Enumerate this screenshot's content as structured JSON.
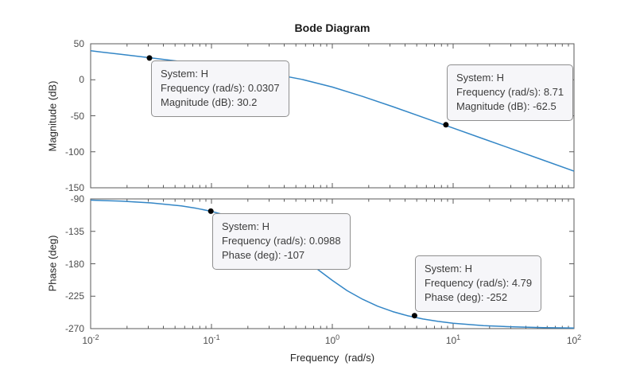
{
  "title": "Bode Diagram",
  "xlabel": "Frequency  (rad/s)",
  "colors": {
    "curve": "#3386c6",
    "marker": "#000000",
    "axis": "#5a5a5a",
    "tick_label": "#4d4d4d",
    "tooltip_bg": "#f6f6f9",
    "tooltip_border": "#8f8f8f",
    "tooltip_text": "#3c3c3c"
  },
  "xticks": [
    {
      "base": "10",
      "exp": "-2"
    },
    {
      "base": "10",
      "exp": "-1"
    },
    {
      "base": "10",
      "exp": "0"
    },
    {
      "base": "10",
      "exp": "1"
    },
    {
      "base": "10",
      "exp": "2"
    }
  ],
  "chart_data": [
    {
      "type": "line",
      "name": "magnitude",
      "title": "Bode Diagram",
      "ylabel": "Magnitude (dB)",
      "ylim": [
        -150,
        50
      ],
      "yticks": [
        50,
        0,
        -50,
        -100,
        -150
      ],
      "xscale": "log",
      "xlim": [
        0.01,
        100
      ],
      "grid": false,
      "x": [
        0.01,
        0.0178,
        0.0316,
        0.0562,
        0.1,
        0.178,
        0.316,
        0.562,
        1,
        1.78,
        3.16,
        5.62,
        10,
        17.8,
        31.6,
        56.2,
        100
      ],
      "y": [
        40.3,
        35.3,
        30.3,
        25.2,
        20.1,
        14.7,
        8.5,
        0.5,
        -10.1,
        -23.1,
        -37.3,
        -52.1,
        -67.0,
        -82.0,
        -96.9,
        -111.9,
        -126.9
      ],
      "markers": [
        {
          "freq": 0.0307,
          "value": 30.2,
          "dir": "se",
          "lines": [
            "System: H",
            "Frequency (rad/s): 0.0307",
            "Magnitude (dB): 30.2"
          ]
        },
        {
          "freq": 8.71,
          "value": -62.5,
          "dir": "ne",
          "lines": [
            "System: H",
            "Frequency (rad/s): 8.71",
            "Magnitude (dB): -62.5"
          ]
        }
      ]
    },
    {
      "type": "line",
      "name": "phase",
      "ylabel": "Phase (deg)",
      "xlabel": "Frequency  (rad/s)",
      "ylim": [
        -270,
        -90
      ],
      "yticks": [
        -90,
        -135,
        -180,
        -225,
        -270
      ],
      "xscale": "log",
      "xlim": [
        0.01,
        100
      ],
      "grid": false,
      "x": [
        0.01,
        0.0178,
        0.0316,
        0.0562,
        0.075,
        0.1,
        0.133,
        0.178,
        0.237,
        0.316,
        0.422,
        0.562,
        0.75,
        1,
        1.33,
        1.78,
        2.37,
        3.16,
        4.22,
        5.62,
        7.5,
        10,
        17.8,
        31.6,
        56.2,
        100
      ],
      "y": [
        -91.7,
        -93.1,
        -95.5,
        -99.7,
        -103.0,
        -107.2,
        -112.9,
        -120.2,
        -129.5,
        -141.2,
        -155.2,
        -170.9,
        -187.3,
        -203.1,
        -217.4,
        -229.3,
        -238.9,
        -246.4,
        -252.2,
        -256.6,
        -259.9,
        -262.5,
        -265.8,
        -267.6,
        -268.7,
        -269.2
      ],
      "markers": [
        {
          "freq": 0.0988,
          "value": -107,
          "dir": "se",
          "lines": [
            "System: H",
            "Frequency (rad/s): 0.0988",
            "Phase (deg): -107"
          ]
        },
        {
          "freq": 4.79,
          "value": -252,
          "dir": "ne",
          "lines": [
            "System: H",
            "Frequency (rad/s): 4.79",
            "Phase (deg): -252"
          ]
        }
      ]
    }
  ]
}
